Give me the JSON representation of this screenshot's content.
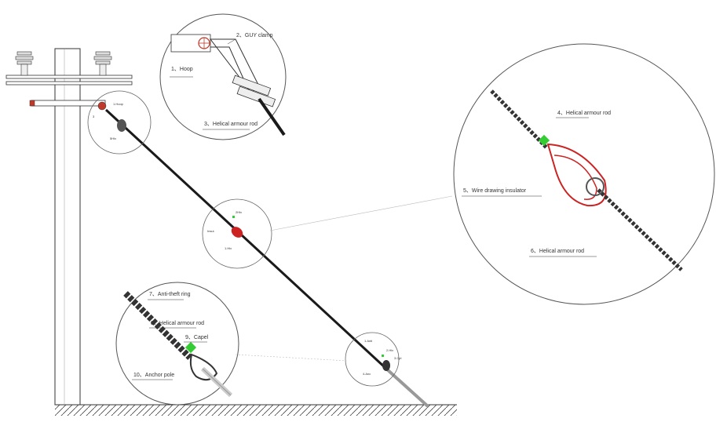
{
  "labels": {
    "hoop": "1、Hoop",
    "guy_clamp": "2、GUY clamp",
    "helical_3": "3、Helical armour rod",
    "helical_4": "4、Helical armour rod",
    "wire_insulator": "5、Wire drawing insulator",
    "helical_6": "6、Helical armour rod",
    "anti_theft": "7、Anti-theft ring",
    "helical_8": "8、Helical armour rod",
    "capel": "9、Capel",
    "anchor_pole": "10、Anchor pole"
  },
  "small": {
    "top_a": "1.Hoop",
    "top_b": "3",
    "top_c": "5Hlx",
    "mid_a": "2Hlx",
    "mid_b": "Insul.",
    "mid_c": "1.Hlx",
    "bot_a": "1.Anti",
    "bot_b": "2.Hlx",
    "bot_c": "3.Cpl",
    "bot_d": "4.Anc"
  },
  "colors": {
    "line": "#1a1a1a",
    "insulator": "#cc2222",
    "marker": "#33cc33",
    "hoop": "#c0392b"
  }
}
